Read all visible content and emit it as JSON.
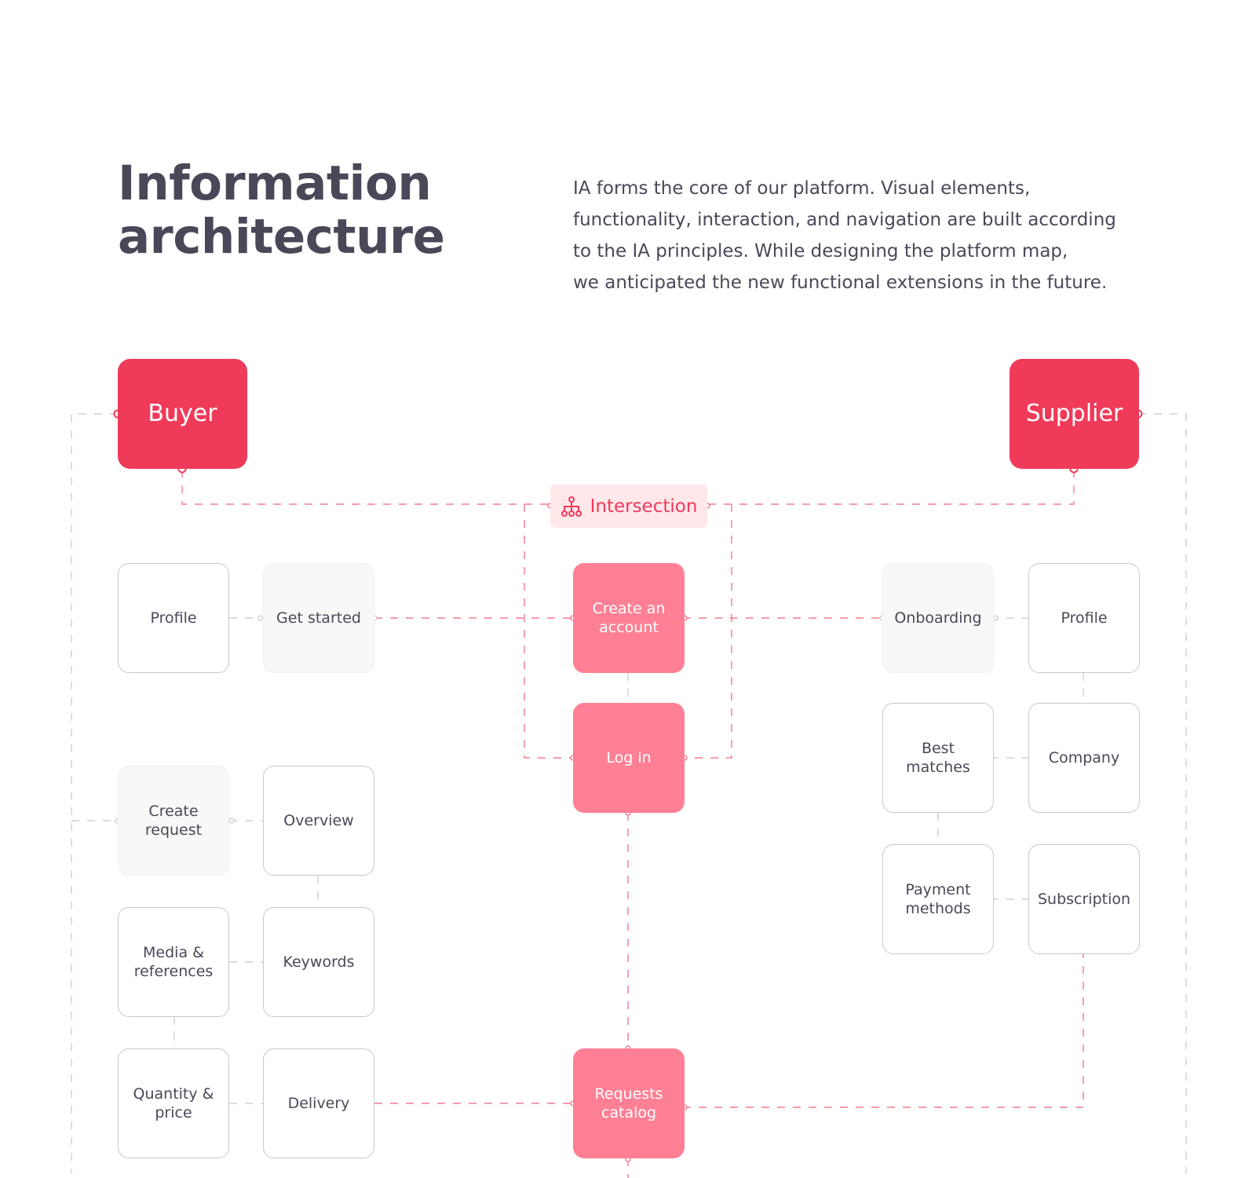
{
  "header": {
    "title_lines": [
      "Information",
      "architecture"
    ],
    "description_lines": [
      "IA forms the core of our platform. Visual elements,",
      "functionality, interaction, and navigation are built according",
      "to the IA principles. While designing the platform map,",
      "we anticipated the new functional extensions in the future."
    ]
  },
  "roles": {
    "buyer": "Buyer",
    "supplier": "Supplier"
  },
  "intersection": {
    "label": "Intersection",
    "icon": "sitemap-icon"
  },
  "buyer_nodes": {
    "profile": "Profile",
    "get_started": "Get started",
    "create_request": "Create request",
    "overview": "Overview",
    "media_references": "Media & references",
    "keywords": "Keywords",
    "quantity_price": "Quantity & price",
    "delivery": "Delivery"
  },
  "shared_nodes": {
    "create_account": "Create an account",
    "log_in": "Log in",
    "requests_catalog": "Requests catalog"
  },
  "supplier_nodes": {
    "onboarding": "Onboarding",
    "profile": "Profile",
    "best_matches": "Best matches",
    "company": "Company",
    "payment_methods": "Payment methods",
    "subscription": "Subscription"
  },
  "colors": {
    "text": "#4a4858",
    "accent": "#f03a5a",
    "shared": "#ff8095",
    "intersection_bg": "#ffe7ea",
    "gray_line": "#c8c8cc"
  }
}
